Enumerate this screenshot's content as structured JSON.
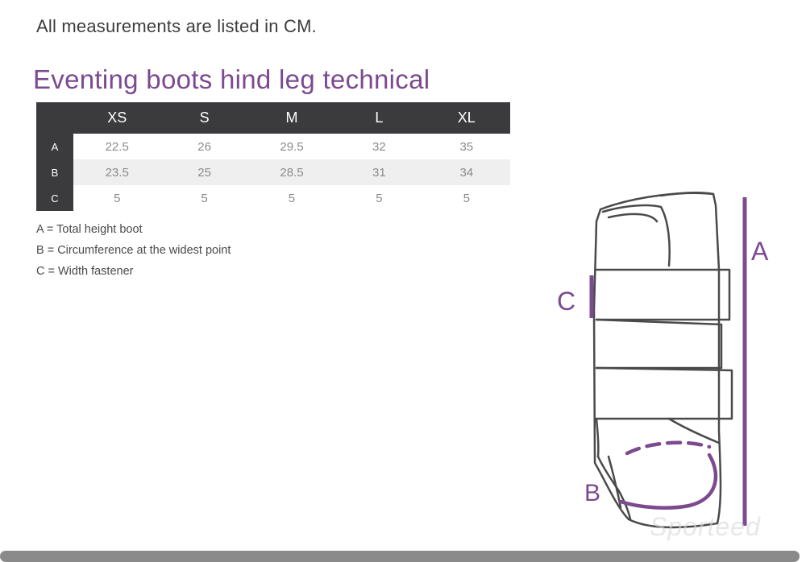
{
  "intro": "All measurements are listed in CM.",
  "title": "Eventing boots hind leg technical",
  "table": {
    "columns": [
      "XS",
      "S",
      "M",
      "L",
      "XL"
    ],
    "rows": [
      {
        "label": "A",
        "values": [
          "22.5",
          "26",
          "29.5",
          "32",
          "35"
        ]
      },
      {
        "label": "B",
        "values": [
          "23.5",
          "25",
          "28.5",
          "31",
          "34"
        ]
      },
      {
        "label": "C",
        "values": [
          "5",
          "5",
          "5",
          "5",
          "5"
        ]
      }
    ]
  },
  "legend": [
    "A = Total height boot",
    "B = Circumference at the widest point",
    "C = Width fastener"
  ],
  "diagram": {
    "label_a": "A",
    "label_b": "B",
    "label_c": "C",
    "accent_color": "#7b4a8f"
  },
  "watermark": "Sporteed"
}
